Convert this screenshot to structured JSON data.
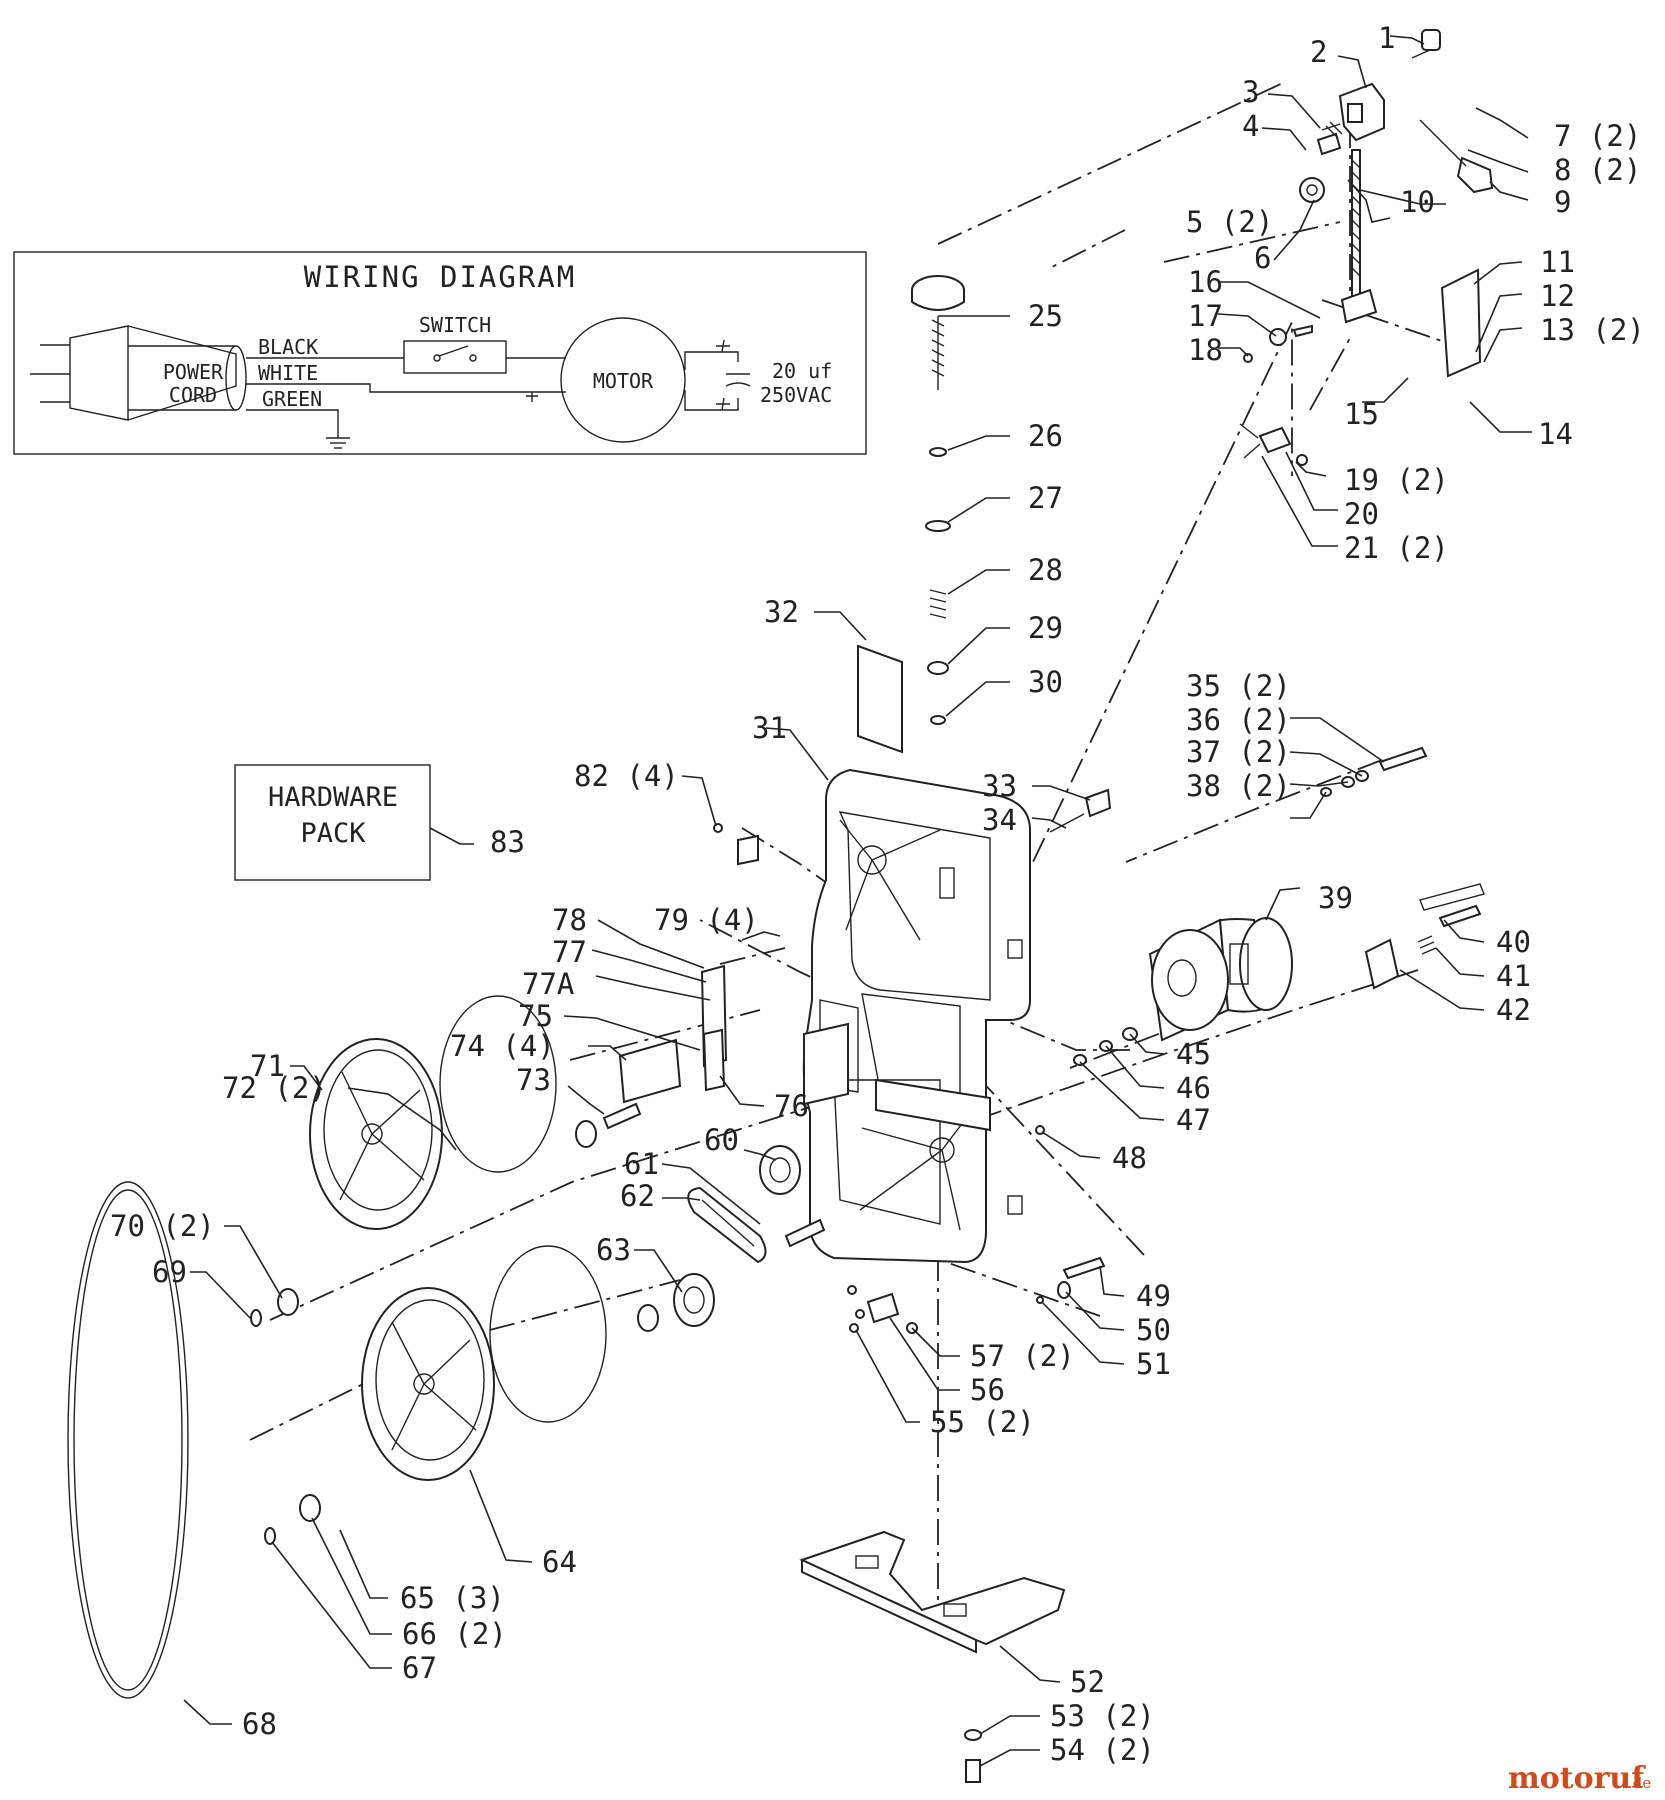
{
  "wiring": {
    "title": "WIRING DIAGRAM",
    "switch": "SWITCH",
    "cord1": "POWER",
    "cord2": "CORD",
    "black": "BLACK",
    "white": "WHITE",
    "green": "GREEN",
    "motor": "MOTOR",
    "cap1": "20 uf",
    "cap2": "250VAC"
  },
  "hardware": {
    "line1": "HARDWARE",
    "line2": "PACK"
  },
  "parts": {
    "p1": "1",
    "p2": "2",
    "p3": "3",
    "p4": "4",
    "p5": "5 (2)",
    "p6": "6",
    "p7": "7 (2)",
    "p8": "8 (2)",
    "p9": "9",
    "p10": "10",
    "p11": "11",
    "p12": "12",
    "p13": "13 (2)",
    "p14": "14",
    "p15": "15",
    "p16": "16",
    "p17": "17",
    "p18": "18",
    "p19": "19 (2)",
    "p20": "20",
    "p21": "21 (2)",
    "p25": "25",
    "p26": "26",
    "p27": "27",
    "p28": "28",
    "p29": "29",
    "p30": "30",
    "p31": "31",
    "p32": "32",
    "p33": "33",
    "p34": "34",
    "p35": "35 (2)",
    "p36": "36 (2)",
    "p37": "37 (2)",
    "p38": "38 (2)",
    "p39": "39",
    "p40": "40",
    "p41": "41",
    "p42": "42",
    "p45": "45",
    "p46": "46",
    "p47": "47",
    "p48": "48",
    "p49": "49",
    "p50": "50",
    "p51": "51",
    "p52": "52",
    "p53": "53 (2)",
    "p54": "54 (2)",
    "p55": "55 (2)",
    "p56": "56",
    "p57": "57 (2)",
    "p60": "60",
    "p61": "61",
    "p62": "62",
    "p63": "63",
    "p64": "64",
    "p65": "65 (3)",
    "p66": "66 (2)",
    "p67": "67",
    "p68": "68",
    "p69": "69",
    "p70": "70 (2)",
    "p71": "71",
    "p72": "72 (2)",
    "p73": "73",
    "p74": "74 (4)",
    "p75": "75",
    "p76": "76",
    "p77": "77",
    "p77a": "77A",
    "p78": "78",
    "p79": "79 (4)",
    "p82": "82 (4)",
    "p83": "83"
  },
  "watermark": {
    "brand": "motoruf",
    "tld": ".de",
    "color": "#d04a1a"
  }
}
